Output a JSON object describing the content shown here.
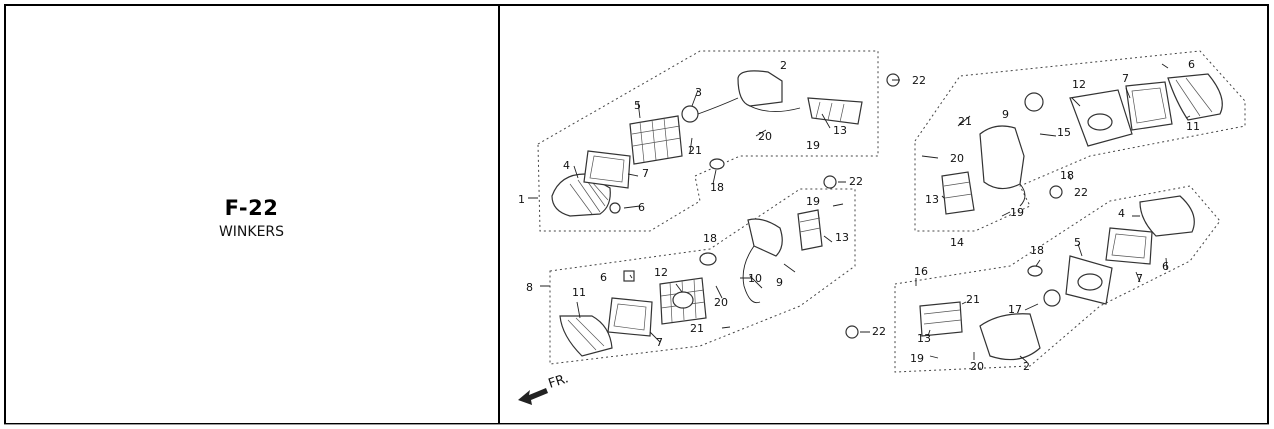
{
  "section": {
    "code": "F-22",
    "name": "WINKERS"
  },
  "direction_label": "FR.",
  "callouts": {
    "c1": "1",
    "c2a": "2",
    "c2b": "2",
    "c3": "3",
    "c4a": "4",
    "c4b": "4",
    "c5a": "5",
    "c5b": "5",
    "c6a": "6",
    "c6b": "6",
    "c6c": "6",
    "c6d": "6",
    "c7a": "7",
    "c7b": "7",
    "c7c": "7",
    "c7d": "7",
    "c8": "8",
    "c9a": "9",
    "c9b": "9",
    "c10": "10",
    "c11a": "11",
    "c11b": "11",
    "c12a": "12",
    "c12b": "12",
    "c13a": "13",
    "c13b": "13",
    "c13c": "13",
    "c13d": "13",
    "c14": "14",
    "c15": "15",
    "c16": "16",
    "c17": "17",
    "c18a": "18",
    "c18b": "18",
    "c18c": "18",
    "c18d": "18",
    "c19a": "19",
    "c19b": "19",
    "c19c": "19",
    "c19d": "19",
    "c20a": "20",
    "c20b": "20",
    "c20c": "20",
    "c20d": "20",
    "c21a": "21",
    "c21b": "21",
    "c21c": "21",
    "c21d": "21",
    "c22a": "22",
    "c22b": "22",
    "c22c": "22",
    "c22d": "22"
  }
}
